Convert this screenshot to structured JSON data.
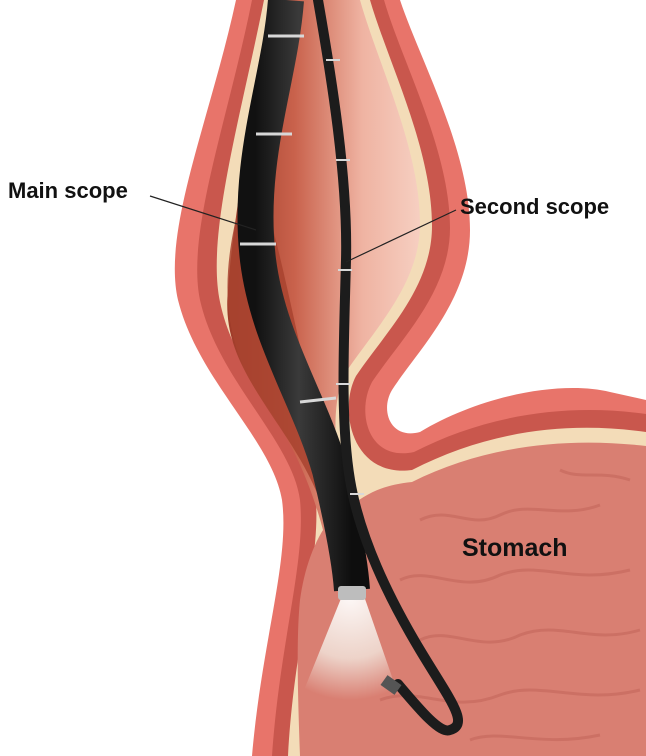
{
  "labels": {
    "main_scope": "Main scope",
    "second_scope": "Second scope",
    "stomach": "Stomach"
  },
  "colors": {
    "outer_wall": "#e8746a",
    "wall_muscle": "#c9574d",
    "mucosa_cream": "#f3dcb8",
    "lumen": "#e9a79a",
    "lumen_shadow": "#a8432f",
    "stomach_fill": "#d97f72",
    "stomach_fold": "#c76b5f",
    "scope_body": "#222222",
    "scope_marking": "#d8d8d8",
    "light_cone": "#f4efe6"
  },
  "icons": {
    "main_scope": "endoscope-shape",
    "second_scope": "thin-endoscope-shape",
    "organ": "esophagus-stomach-shape"
  }
}
